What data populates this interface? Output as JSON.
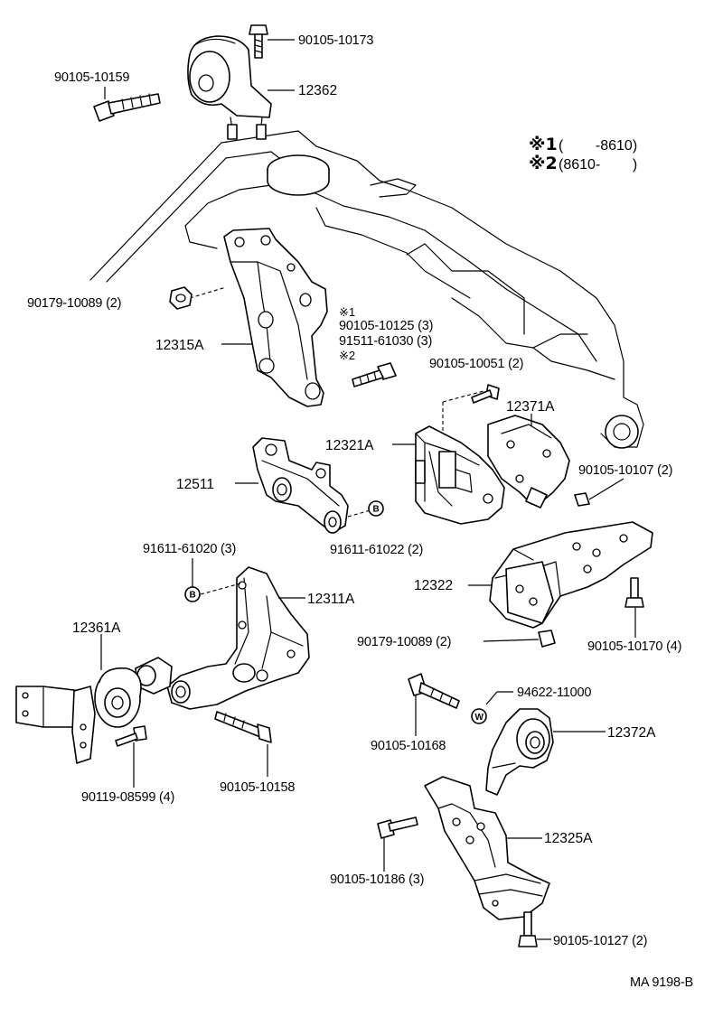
{
  "diagram": {
    "code": "MA 9198-B",
    "notes": [
      {
        "mark": "※1",
        "text": "(        -8610)"
      },
      {
        "mark": "※2",
        "text": "(8610-        )"
      }
    ],
    "note_marks_small": [
      "※1",
      "※2"
    ],
    "labels": {
      "p_90105_10173": "90105-10173",
      "p_90105_10159": "90105-10159",
      "p_12362": "12362",
      "p_90179_10089_a": "90179-10089 (2)",
      "p_90105_10125": "90105-10125 (3)",
      "p_91511_61030": "91511-61030 (3)",
      "p_12315A": "12315A",
      "p_90105_10051": "90105-10051 (2)",
      "p_12371A": "12371A",
      "p_12321A": "12321A",
      "p_90105_10107": "90105-10107 (2)",
      "p_12511": "12511",
      "p_91611_61022": "91611-61022 (2)",
      "p_91611_61020": "91611-61020 (3)",
      "p_12311A": "12311A",
      "p_12322": "12322",
      "p_12361A": "12361A",
      "p_90179_10089_b": "90179-10089 (2)",
      "p_90105_10170": "90105-10170 (4)",
      "p_94622_11000": "94622-11000",
      "p_90105_10168": "90105-10168",
      "p_12372A": "12372A",
      "p_90119_08599": "90119-08599 (4)",
      "p_90105_10158": "90105-10158",
      "p_12325A": "12325A",
      "p_90105_10186": "90105-10186 (3)",
      "p_90105_10127": "90105-10127 (2)"
    },
    "circle_refs": {
      "b1": "B",
      "b2": "B",
      "w": "W"
    }
  }
}
